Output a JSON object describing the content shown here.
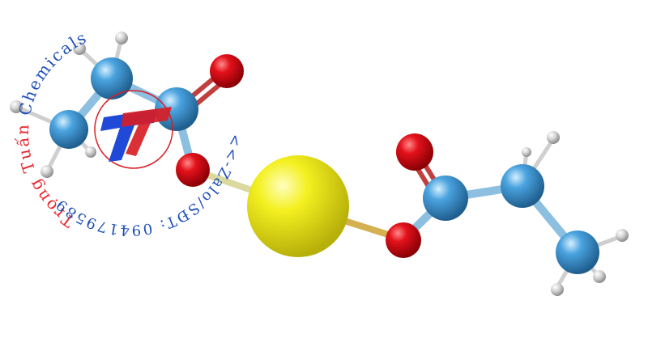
{
  "watermark": {
    "brand_text": "Trọng Tuấn Chemicals",
    "contact_text": "<<-Zalo/SĐT: 0941795899->>",
    "logo_letters": "TT",
    "colors": {
      "red": "#e8282e",
      "blue": "#1d4fb8",
      "logo_blue": "#1f49d6",
      "logo_red": "#d81e25"
    }
  },
  "molecule": {
    "atom_colors": {
      "metal": "#f2ef1a",
      "oxygen": "#e3111b",
      "carbon": "#4aa3df",
      "hydrogen": "#d7d7d7"
    }
  }
}
